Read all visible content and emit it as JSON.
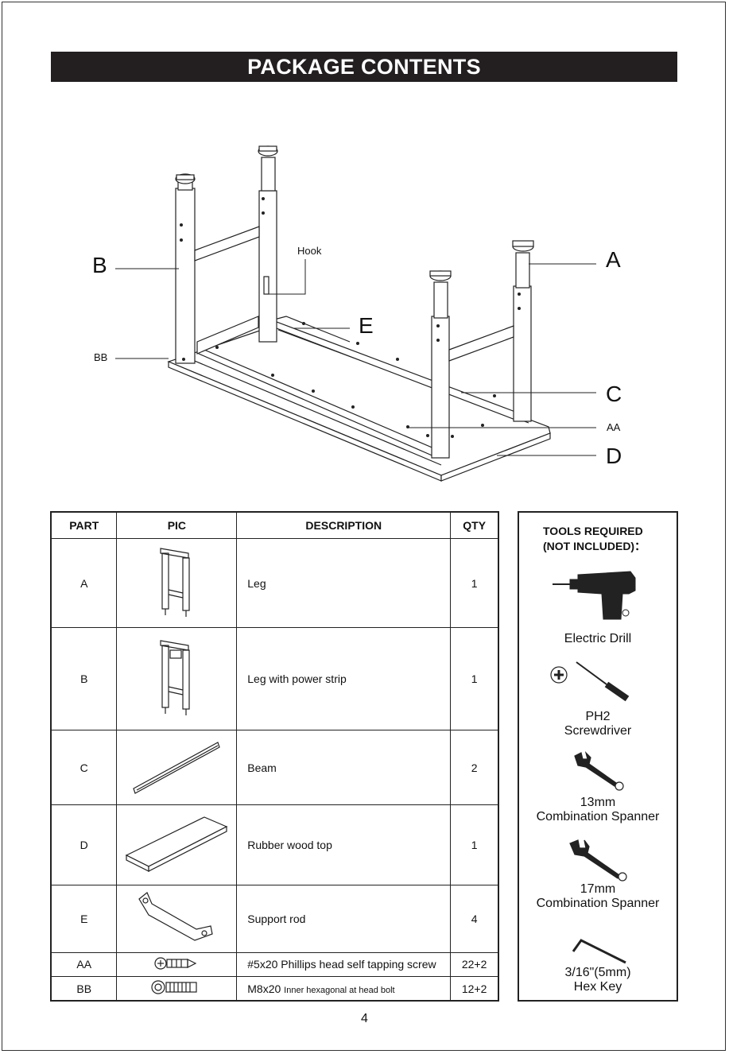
{
  "header": {
    "title": "PACKAGE CONTENTS"
  },
  "diagram": {
    "labels": {
      "a": "A",
      "b": "B",
      "c": "C",
      "d": "D",
      "e": "E",
      "aa": "AA",
      "bb": "BB",
      "hook": "Hook"
    }
  },
  "table": {
    "headers": {
      "part": "PART",
      "pic": "PIC",
      "description": "DESCRIPTION",
      "qty": "QTY"
    },
    "rows": [
      {
        "part": "A",
        "description": "Leg",
        "qty": "1"
      },
      {
        "part": "B",
        "description": "Leg with power strip",
        "qty": "1"
      },
      {
        "part": "C",
        "description": "Beam",
        "qty": "2"
      },
      {
        "part": "D",
        "description": "Rubber wood top",
        "qty": "1"
      },
      {
        "part": "E",
        "description": "Support rod",
        "qty": "4"
      },
      {
        "part": "AA",
        "description": "#5x20 Phillips head self tapping screw",
        "qty": "22+2"
      },
      {
        "part": "BB",
        "description_main": "M8x20",
        "description_small": "Inner hexagonal at head bolt",
        "qty": "12+2"
      }
    ]
  },
  "tools": {
    "title_line1": "TOOLS REQUIRED",
    "title_line2": "(NOT INCLUDED)：",
    "items": [
      {
        "line1": "Electric Drill",
        "icon": "electric-drill-icon"
      },
      {
        "line1": "PH2",
        "line2": "Screwdriver",
        "icon": "screwdriver-icon"
      },
      {
        "line1": "13mm",
        "line2": "Combination Spanner",
        "icon": "spanner-icon"
      },
      {
        "line1": "17mm",
        "line2": "Combination Spanner",
        "icon": "spanner-icon"
      },
      {
        "line1": "3/16\"(5mm)",
        "line2": "Hex Key",
        "icon": "hex-key-icon"
      }
    ]
  },
  "footer": {
    "page_number": "4"
  }
}
